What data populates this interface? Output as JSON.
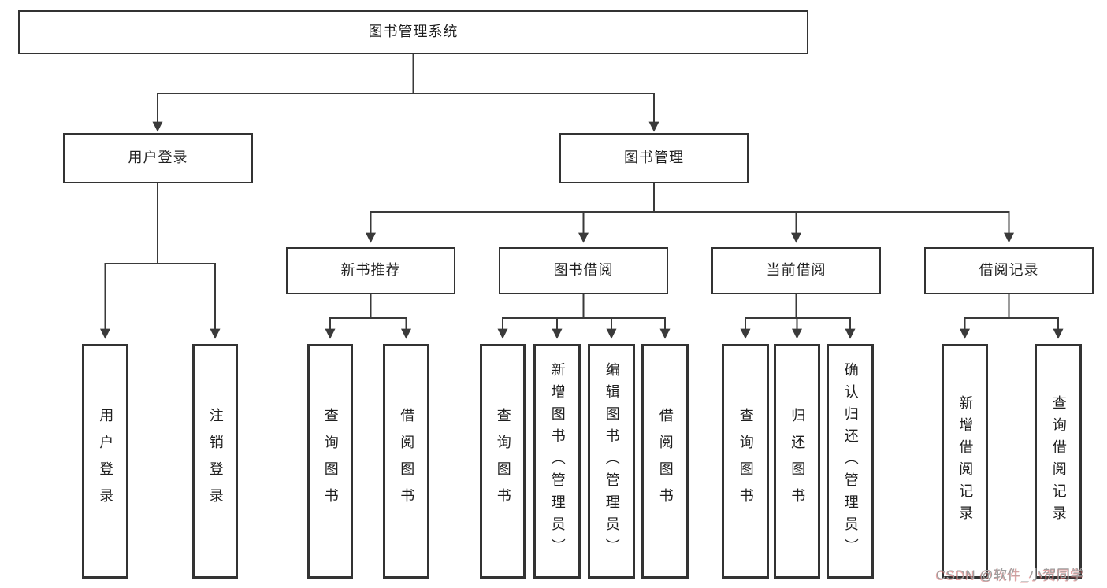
{
  "colors": {
    "background": "#ffffff",
    "line": "#3a3a3a",
    "box_border": "#333333",
    "text": "#1f1f1f",
    "watermark_text": "#9e9e9e",
    "watermark_accent": "#d65c5c"
  },
  "diagram": {
    "type": "hierarchy",
    "root": {
      "label": "图书管理系统"
    },
    "level2": [
      {
        "label": "用户登录"
      },
      {
        "label": "图书管理"
      }
    ],
    "level3": [
      {
        "label": "新书推荐"
      },
      {
        "label": "图书借阅"
      },
      {
        "label": "当前借阅"
      },
      {
        "label": "借阅记录"
      }
    ],
    "leaves": {
      "user_login": [
        "用户登录",
        "注销登录"
      ],
      "new_book_recommend": [
        "查询图书",
        "借阅图书"
      ],
      "book_borrow": [
        "查询图书",
        "新增图书（管理员）",
        "编辑图书（管理员）",
        "借阅图书"
      ],
      "current_borrow": [
        "查询图书",
        "归还图书",
        "确认归还（管理员）"
      ],
      "borrow_record": [
        "新增借阅记录",
        "查询借阅记录"
      ]
    }
  },
  "watermark": {
    "text": "CSDN @软件_小贺同学"
  }
}
